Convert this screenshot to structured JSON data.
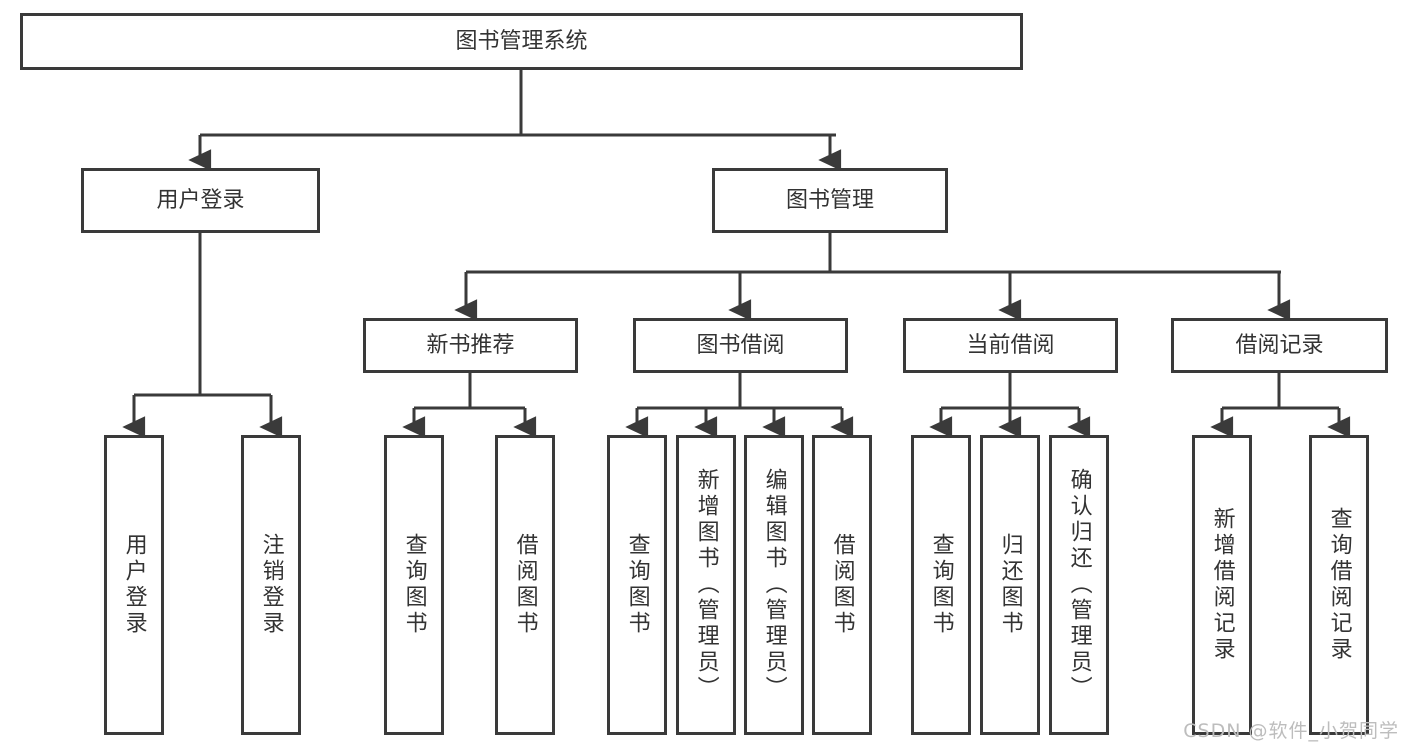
{
  "diagram": {
    "title": "图书管理系统",
    "type": "hierarchy-tree",
    "root": {
      "id": "root",
      "label": "图书管理系统"
    },
    "level2": [
      {
        "id": "user-login",
        "label": "用户登录"
      },
      {
        "id": "book-manage",
        "label": "图书管理"
      }
    ],
    "level3": [
      {
        "id": "new-book-rec",
        "label": "新书推荐",
        "parent": "book-manage"
      },
      {
        "id": "book-borrow",
        "label": "图书借阅",
        "parent": "book-manage"
      },
      {
        "id": "current-borrow",
        "label": "当前借阅",
        "parent": "book-manage"
      },
      {
        "id": "borrow-record",
        "label": "借阅记录",
        "parent": "book-manage"
      }
    ],
    "leaves": [
      {
        "id": "leaf-user-login",
        "label": "用户登录",
        "parent": "user-login"
      },
      {
        "id": "leaf-user-logout",
        "label": "注销登录",
        "parent": "user-login"
      },
      {
        "id": "leaf-query-book-1",
        "label": "查询图书",
        "parent": "new-book-rec"
      },
      {
        "id": "leaf-borrow-book-1",
        "label": "借阅图书",
        "parent": "new-book-rec"
      },
      {
        "id": "leaf-query-book-2",
        "label": "查询图书",
        "parent": "book-borrow"
      },
      {
        "id": "leaf-add-book",
        "label": "新增图书（管理员）",
        "parent": "book-borrow"
      },
      {
        "id": "leaf-edit-book",
        "label": "编辑图书（管理员）",
        "parent": "book-borrow"
      },
      {
        "id": "leaf-borrow-book-2",
        "label": "借阅图书",
        "parent": "book-borrow"
      },
      {
        "id": "leaf-query-book-3",
        "label": "查询图书",
        "parent": "current-borrow"
      },
      {
        "id": "leaf-return-book",
        "label": "归还图书",
        "parent": "current-borrow"
      },
      {
        "id": "leaf-confirm-return",
        "label": "确认归还（管理员）",
        "parent": "current-borrow"
      },
      {
        "id": "leaf-add-record",
        "label": "新增借阅记录",
        "parent": "borrow-record"
      },
      {
        "id": "leaf-query-record",
        "label": "查询借阅记录",
        "parent": "borrow-record"
      }
    ]
  },
  "watermark": {
    "text": "CSDN @软件_小贺同学"
  },
  "colors": {
    "stroke": "#3a3a3a",
    "text": "#333333",
    "background": "#ffffff",
    "watermark": "#bdbdbd"
  }
}
